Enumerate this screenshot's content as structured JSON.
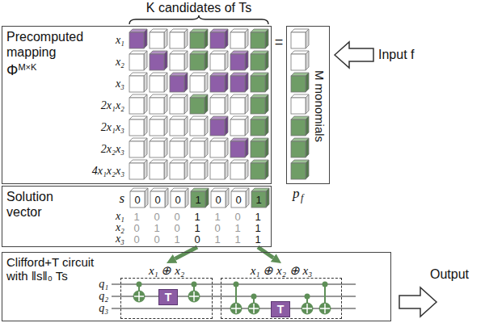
{
  "diagram": {
    "nodes": [
      {
        "text": [
          "Precomputed mapping",
          "Φ",
          "M×K"
        ]
      },
      {
        "text": [
          "M monomials"
        ]
      },
      {
        "text": [
          "Solution vector"
        ]
      },
      {
        "text": [
          "0"
        ],
        "in": 2
      },
      {
        "text": [
          "0"
        ],
        "in": 2
      },
      {
        "text": [
          "0"
        ],
        "in": 2
      },
      {
        "text": [
          "1"
        ],
        "in": 2
      },
      {
        "text": [
          "0"
        ],
        "in": 2
      },
      {
        "text": [
          "0"
        ],
        "in": 2
      },
      {
        "text": [
          "1"
        ],
        "in": 2
      },
      {
        "text": [
          "Clifford+T circuit with ‖s‖₀ Ts"
        ]
      },
      {
        "text": [
          "x₁ ⊕ x₂"
        ],
        "in": 10
      },
      {
        "text": [
          "T"
        ],
        "in": 11
      },
      {
        "text": [
          "x₁ ⊕ x₂ ⊕ x₃"
        ],
        "in": 10
      },
      {
        "text": [
          "T"
        ],
        "in": 13
      }
    ],
    "edges": [
      {
        "from": 2,
        "to": 11,
        "arrow": "to"
      },
      {
        "from": 2,
        "to": 13,
        "arrow": "to"
      }
    ],
    "labels": [
      "K candidates of Ts",
      "x₁",
      "x₂",
      "x₃",
      "2x₁x₂",
      "2x₁x₃",
      "2x₂x₃",
      "4x₁x₂x₃",
      "=",
      "Input f",
      "p",
      "f",
      "s",
      "x₁",
      "x₂",
      "x₃",
      "1",
      "0",
      "0",
      "1",
      "1",
      "0",
      "1",
      "0",
      "1",
      "0",
      "1",
      "0",
      "1",
      "1",
      "0",
      "0",
      "1",
      "0",
      "1",
      "1",
      "1",
      "q₁",
      "q₂",
      "q₃",
      "Output"
    ]
  }
}
